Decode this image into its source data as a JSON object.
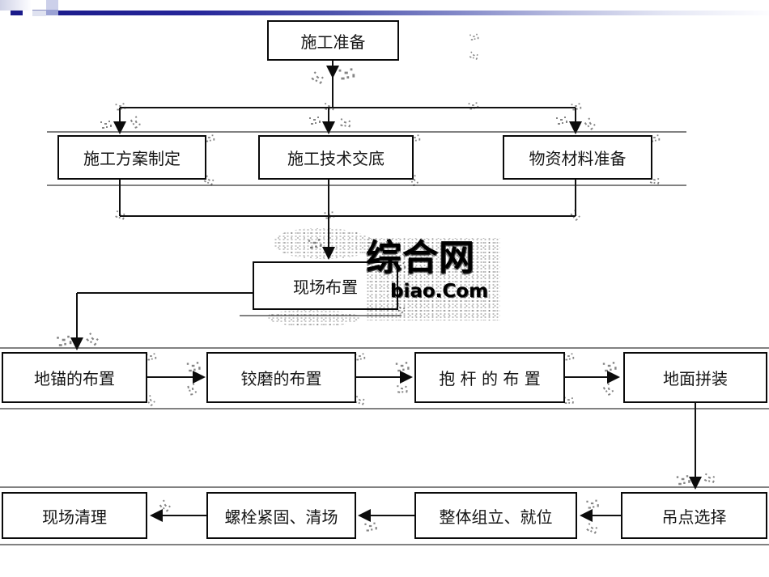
{
  "decor": {
    "bar_dark": "#1b1b8a",
    "bar_mid": "#8389c8",
    "bar_light": "#ffffff",
    "square_light": "#ccd0ea",
    "square_mid": "#9ba2d4",
    "small_rect": "#1b1b8a",
    "line_color": "#111111",
    "background": "#ffffff"
  },
  "watermark": {
    "cn": "综合网",
    "latin": "biao.Com"
  },
  "flowchart": {
    "nodes": [
      {
        "id": "n1",
        "label": "施工准备"
      },
      {
        "id": "n2",
        "label": "施工方案制定"
      },
      {
        "id": "n3",
        "label": "施工技术交底"
      },
      {
        "id": "n4",
        "label": "物资材料准备"
      },
      {
        "id": "n5",
        "label": "现场布置"
      },
      {
        "id": "n6",
        "label": "地锚的布置"
      },
      {
        "id": "n7",
        "label": "铰磨的布置"
      },
      {
        "id": "n8",
        "label": "抱 杆 的 布 置"
      },
      {
        "id": "n9",
        "label": "地面拼装"
      },
      {
        "id": "n10",
        "label": "吊点选择"
      },
      {
        "id": "n11",
        "label": "整体组立、就位"
      },
      {
        "id": "n12",
        "label": "螺栓紧固、清场"
      },
      {
        "id": "n13",
        "label": "现场清理"
      }
    ],
    "edges": [
      {
        "from": "施工准备",
        "to": "施工方案制定"
      },
      {
        "from": "施工准备",
        "to": "施工技术交底"
      },
      {
        "from": "施工准备",
        "to": "物资材料准备"
      },
      {
        "from": "施工方案制定",
        "to": "现场布置"
      },
      {
        "from": "施工技术交底",
        "to": "现场布置"
      },
      {
        "from": "物资材料准备",
        "to": "现场布置"
      },
      {
        "from": "现场布置",
        "to": "地锚的布置"
      },
      {
        "from": "地锚的布置",
        "to": "铰磨的布置"
      },
      {
        "from": "铰磨的布置",
        "to": "抱 杆 的 布 置"
      },
      {
        "from": "抱 杆 的 布 置",
        "to": "地面拼装"
      },
      {
        "from": "地面拼装",
        "to": "吊点选择"
      },
      {
        "from": "吊点选择",
        "to": "整体组立、就位"
      },
      {
        "from": "整体组立、就位",
        "to": "螺栓紧固、清场"
      },
      {
        "from": "螺栓紧固、清场",
        "to": "现场清理"
      }
    ]
  }
}
